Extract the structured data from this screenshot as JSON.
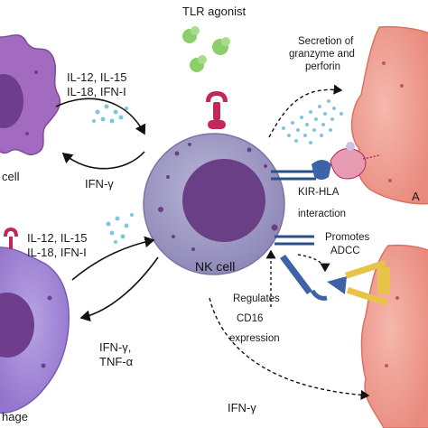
{
  "labels": {
    "tlr_agonist": "TLR agonist",
    "secretion_line1": "Secretion of",
    "secretion_line2": "granzyme and",
    "secretion_line3": "perforin",
    "dc_cytokines_line1": "IL-12, IL-15",
    "dc_cytokines_line2": "IL-18, IFN-I",
    "dc_feedback": "IFN-γ",
    "dc_cell_partial": "cell",
    "mac_cytokines_line1": "IL-12, IL-15",
    "mac_cytokines_line2": "IL-18, IFN-I",
    "mac_feedback_line1": "IFN-γ,",
    "mac_feedback_line2": "TNF-α",
    "mac_cell_partial": "hage",
    "nk_cell": "NK cell",
    "kir_hla_line1": "KIR-HLA",
    "kir_hla_line2": "interaction",
    "promotes_line1": "Promotes",
    "promotes_line2": "ADCC",
    "regulates_line1": "Regulates",
    "regulates_line2": "CD16",
    "regulates_line3": "expression",
    "ifn_gamma_bottom": "IFN-γ",
    "target_partial": "A"
  },
  "colors": {
    "nk_body": "#9f9bc2",
    "nk_nucleus": "#6a3f86",
    "dendritic_body": "#a26bc0",
    "macrophage_body": "#a991d6",
    "target_cell": "#f0a398",
    "tlr_receptor": "#c3265a",
    "agonist": "#8ccf6a",
    "granules": "#7fc6dc",
    "antibody": "#3d62a8",
    "cd16": "#e9c24a"
  }
}
